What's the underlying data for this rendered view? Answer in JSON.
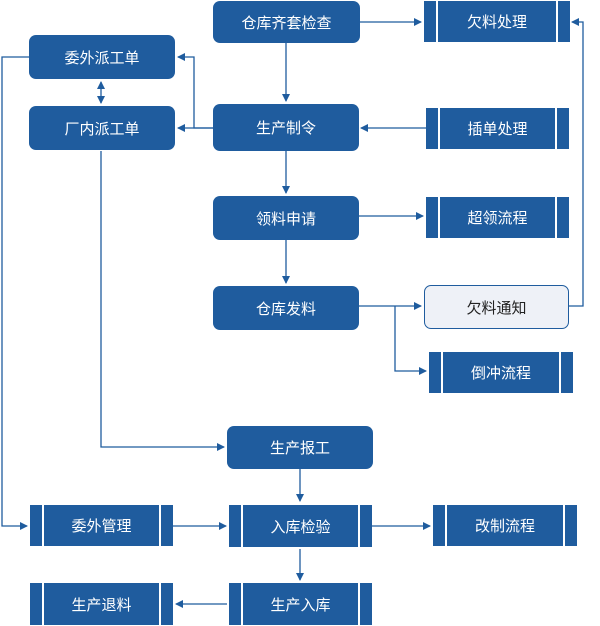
{
  "colors": {
    "node_fill": "#1f5c9e",
    "node_text": "#ffffff",
    "highlight_fill": "#eef1f7",
    "highlight_text": "#222222",
    "arrow": "#1f5c9e"
  },
  "nodes": {
    "warehouse_check": "仓库齐套检查",
    "shortage_processing": "欠料处理",
    "outsource_dispatch": "委外派工单",
    "factory_dispatch": "厂内派工单",
    "production_order": "生产制令",
    "rush_order_processing": "插单处理",
    "material_requisition": "领料申请",
    "over_requisition_flow": "超领流程",
    "warehouse_issue": "仓库发料",
    "shortage_notice": "欠料通知",
    "backflush_flow": "倒冲流程",
    "production_report": "生产报工",
    "outsource_management": "委外管理",
    "inbound_inspection": "入库检验",
    "rework_flow": "改制流程",
    "production_return": "生产退料",
    "production_inbound": "生产入库"
  }
}
